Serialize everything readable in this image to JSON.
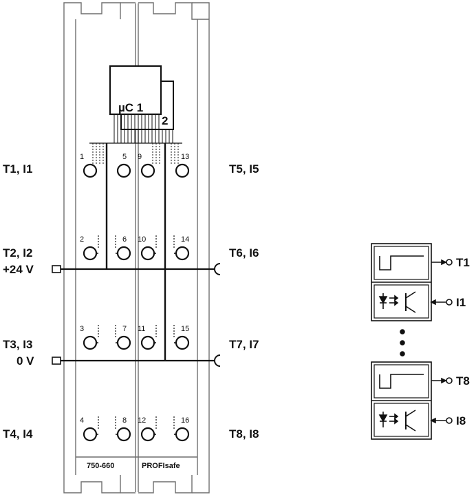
{
  "module": {
    "order_number": "750-660",
    "protocol": "PROFIsafe",
    "chip_1": "µC 1",
    "chip_2": "2"
  },
  "left_labels": [
    "T1, I1",
    "T2, I2",
    "+24 V",
    "T3, I3",
    "0 V",
    "T4, I4"
  ],
  "right_labels": [
    "T5, I5",
    "T6, I6",
    "T7, I7",
    "T8, I8"
  ],
  "pin_numbers": [
    "1",
    "5",
    "9",
    "13",
    "2",
    "6",
    "10",
    "14",
    "3",
    "7",
    "11",
    "15",
    "4",
    "8",
    "12",
    "16"
  ],
  "schematic": {
    "outputs": [
      "T1",
      "T8"
    ],
    "inputs": [
      "I1",
      "I8"
    ]
  }
}
